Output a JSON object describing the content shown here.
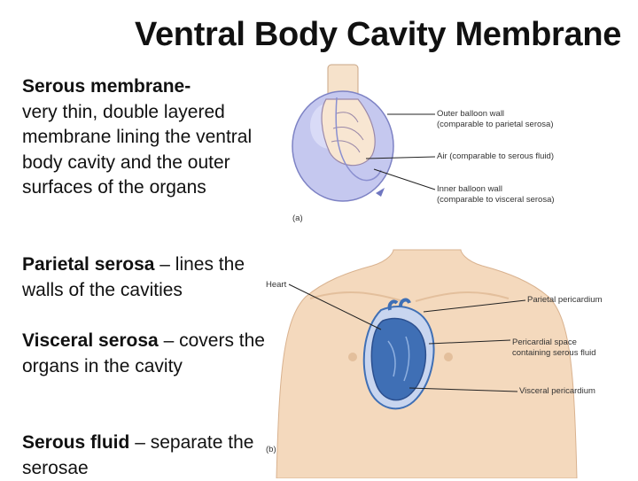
{
  "slide": {
    "title": "Ventral Body Cavity Membrane",
    "blocks": [
      {
        "term": "Serous membrane-",
        "rest": "very thin, double layered membrane lining the ventral body cavity and the outer surfaces of the organs"
      },
      {
        "term": "Parietal serosa",
        "rest": " – lines the walls of the cavities"
      },
      {
        "term": "Visceral serosa",
        "rest": " – covers the organs in the cavity"
      },
      {
        "term": "Serous fluid",
        "rest": " – separate the serosae"
      }
    ]
  },
  "figure_a": {
    "panel_label": "(a)",
    "labels": {
      "outer_1": "Outer balloon wall",
      "outer_2": "(comparable to parietal serosa)",
      "air": "Air (comparable to serous fluid)",
      "inner_1": "Inner balloon wall",
      "inner_2": "(comparable to visceral serosa)"
    }
  },
  "figure_b": {
    "panel_label": "(b)",
    "labels": {
      "heart": "Heart",
      "parietal": "Parietal pericardium",
      "space_1": "Pericardial space",
      "space_2": "containing serous fluid",
      "visceral": "Visceral pericardium"
    }
  },
  "colors": {
    "skin": "#f4d9bd",
    "skin_shadow": "#e3bf9c",
    "balloon": "#c5c8ef",
    "heart": "#3f6fb5",
    "leader_lines": "#222222"
  }
}
